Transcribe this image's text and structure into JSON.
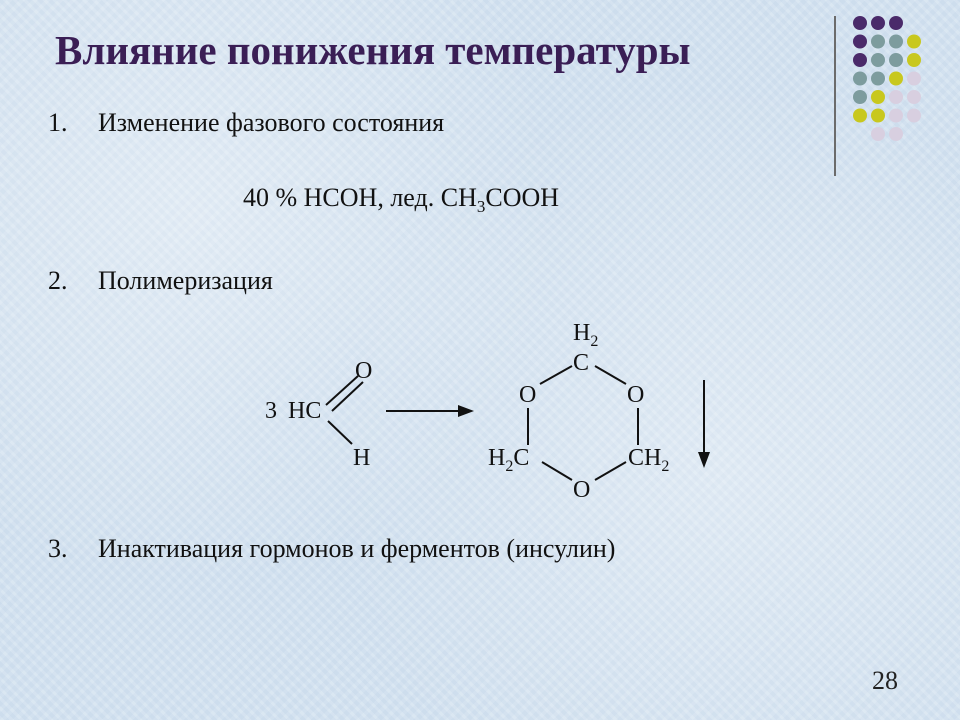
{
  "slide": {
    "title": "Влияние понижения температуры",
    "page_number": "28"
  },
  "items": [
    {
      "number": "1.",
      "text": "Изменение фазового состояния"
    },
    {
      "number": "2.",
      "text": "Полимеризация"
    },
    {
      "number": "3.",
      "text": "Инактивация гормонов и ферментов (инсулин)"
    }
  ],
  "formula": {
    "part1": "40 % НСОН, лед. CH",
    "sub": "3",
    "part2": "COOH"
  },
  "reaction": {
    "coefficient": "3",
    "aldehyde_carbon": "HC",
    "carbonyl_oxygen": "O",
    "aldehyde_hydrogen": "H",
    "ring_top_h": "H",
    "ring_top_h_sub": "2",
    "ring_top_c": "C",
    "ring_o_left": "O",
    "ring_o_right": "O",
    "ring_o_bottom": "O",
    "ring_left_h": "H",
    "ring_left_sub": "2",
    "ring_left_c": "C",
    "ring_right_ch": "CH",
    "ring_right_sub": "2"
  },
  "decor": {
    "dot_colors": {
      "purple": "#4a2a6a",
      "teal": "#7d9c9e",
      "yellow": "#c8c81e",
      "lavender": "#d8cfe0"
    }
  }
}
